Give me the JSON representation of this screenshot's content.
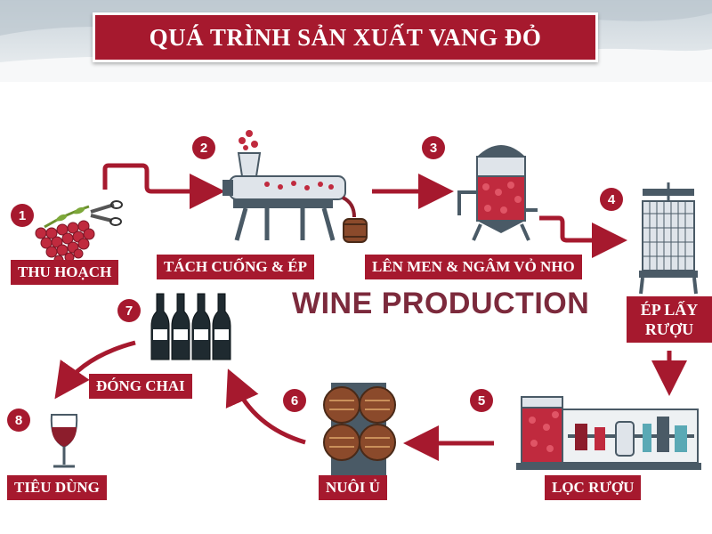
{
  "title": "QUÁ TRÌNH SẢN XUẤT VANG ĐỎ",
  "center_title": "WINE PRODUCTION",
  "steps": [
    {
      "number": "1",
      "label": "THU HOẠCH"
    },
    {
      "number": "2",
      "label": "TÁCH CUỐNG & ÉP"
    },
    {
      "number": "3",
      "label": "LÊN MEN & NGÂM VỎ NHO"
    },
    {
      "number": "4",
      "label": "ÉP LẤY RƯỢU"
    },
    {
      "number": "5",
      "label": "LỌC RƯỢU"
    },
    {
      "number": "6",
      "label": "NUÔI Ủ"
    },
    {
      "number": "7",
      "label": "ĐÓNG CHAI"
    },
    {
      "number": "8",
      "label": "TIÊU DÙNG"
    }
  ],
  "colors": {
    "accent": "#a6192e",
    "wine": "#8c1d2c",
    "steel": "#4a5a66",
    "light": "#dfe4ea"
  }
}
